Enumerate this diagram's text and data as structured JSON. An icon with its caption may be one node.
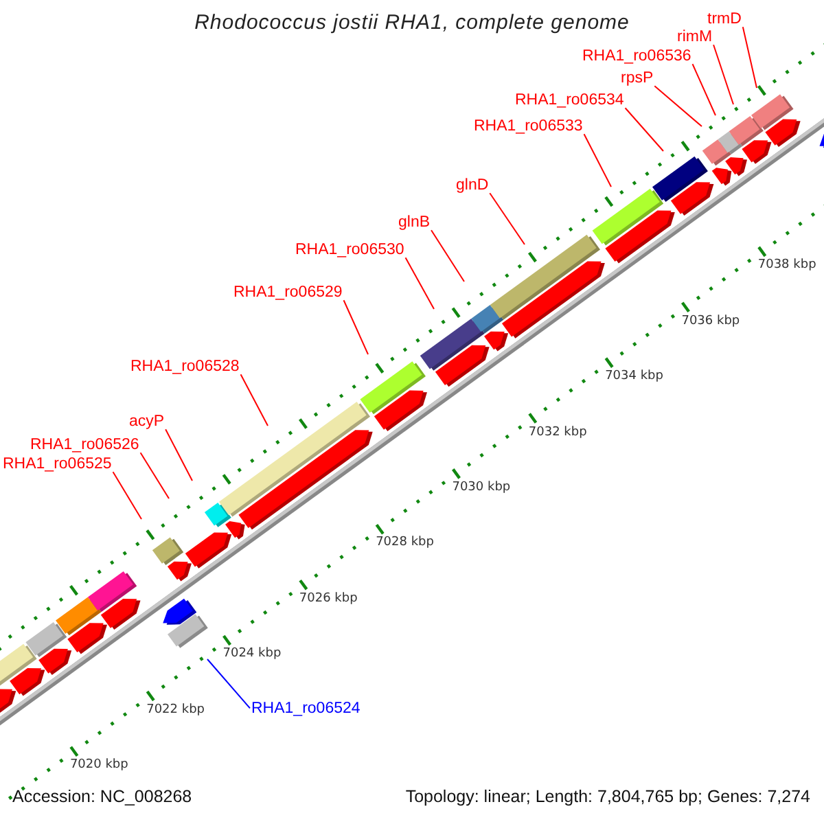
{
  "diagram": {
    "title": "Rhodococcus jostii RHA1, complete genome",
    "nodes": [
      {
        "text": [
          "trmD"
        ]
      },
      {
        "text": [
          "rimM"
        ]
      },
      {
        "text": [
          "RHA1_ro06536"
        ]
      },
      {
        "text": [
          "rpsP"
        ]
      },
      {
        "text": [
          "RHA1_ro06534"
        ]
      },
      {
        "text": [
          "RHA1_ro06533"
        ]
      },
      {
        "text": [
          "glnD"
        ]
      },
      {
        "text": [
          "glnB"
        ]
      },
      {
        "text": [
          "RHA1_ro06530"
        ]
      },
      {
        "text": [
          "RHA1_ro06529"
        ]
      },
      {
        "text": [
          "RHA1_ro06528"
        ]
      },
      {
        "text": [
          "acyP"
        ]
      },
      {
        "text": [
          "RHA1_ro06526"
        ]
      },
      {
        "text": [
          "RHA1_ro06525"
        ]
      },
      {
        "text": [
          "RHA1_ro06524"
        ]
      }
    ],
    "edges": [
      {
        "from": 0,
        "to": null,
        "arrow": "none"
      },
      {
        "from": 1,
        "to": null,
        "arrow": "none"
      },
      {
        "from": 2,
        "to": null,
        "arrow": "none"
      },
      {
        "from": 3,
        "to": null,
        "arrow": "none"
      },
      {
        "from": 4,
        "to": null,
        "arrow": "none"
      },
      {
        "from": 5,
        "to": null,
        "arrow": "none"
      },
      {
        "from": 6,
        "to": null,
        "arrow": "none"
      },
      {
        "from": 7,
        "to": null,
        "arrow": "none"
      },
      {
        "from": 8,
        "to": null,
        "arrow": "none"
      },
      {
        "from": 9,
        "to": null,
        "arrow": "none"
      },
      {
        "from": 10,
        "to": null,
        "arrow": "none"
      },
      {
        "from": 11,
        "to": null,
        "arrow": "none"
      },
      {
        "from": 12,
        "to": null,
        "arrow": "none"
      },
      {
        "from": 13,
        "to": null,
        "arrow": "none"
      },
      {
        "from": 14,
        "to": null,
        "arrow": "none",
        "color": "#0000ff"
      }
    ],
    "labels": [
      "7038 kbp",
      "7036 kbp",
      "7034 kbp",
      "7032 kbp",
      "7030 kbp",
      "7028 kbp",
      "7026 kbp",
      "7024 kbp",
      "7022 kbp",
      "7020 kbp",
      "Accession: NC_008268",
      "Topology: linear; Length: 7,804,765 bp; Genes: 7,274"
    ]
  }
}
